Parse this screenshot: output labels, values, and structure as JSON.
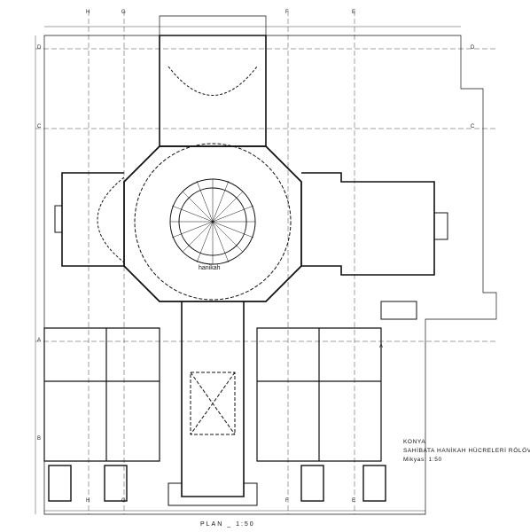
{
  "title": {
    "city": "KONYA",
    "subject": "SAHİBATA HANİKAH HÜCRELERİ RÖLÖVESİ",
    "scale": "Mikyas: 1:50"
  },
  "plan_label": "PLAN _ 1:50",
  "room_label": "hanikah",
  "axes": {
    "top_h": "H",
    "top_g": "G",
    "top_f": "F",
    "top_e": "E",
    "left_d": "D",
    "left_c": "C",
    "left_b": "B",
    "left_a": "A",
    "right_d": "D",
    "right_c": "C",
    "right_a": "A",
    "bottom_h": "H",
    "bottom_g": "G",
    "bottom_f": "F",
    "bottom_e": "E"
  }
}
